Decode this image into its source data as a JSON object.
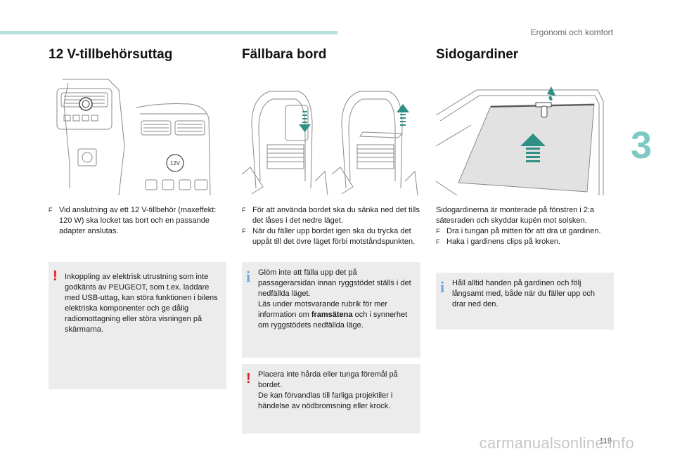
{
  "header": {
    "section_title": "Ergonomi och komfort",
    "chapter": "3"
  },
  "page_number": "119",
  "watermark": "carmanualsonline.info",
  "columns": {
    "outlet": {
      "title": "12 V-tillbehörsuttag",
      "illustration": {
        "label_12v": "12V",
        "icon": "12v-socket-illustration"
      },
      "bullets": [
        {
          "marker": "F",
          "text": "Vid anslutning av ett 12 V-tillbehör (maxeffekt: 120 W) ska locket tas bort och en passande adapter anslutas."
        }
      ],
      "warning": {
        "marker": "!",
        "text": "Inkoppling av elektrisk utrustning som inte godkänts av PEUGEOT, som t.ex. laddare med USB-uttag, kan störa funktionen i bilens elektriska komponenter och ge dålig radiomottagning eller störa visningen på skärmarna."
      }
    },
    "tables": {
      "title": "Fällbara bord",
      "illustration": {
        "icon": "folding-table-illustration"
      },
      "bullets": [
        {
          "marker": "F",
          "text": "För att använda bordet ska du sänka ned det tills det låses i det nedre läget."
        },
        {
          "marker": "F",
          "text": "När du fäller upp bordet igen ska du trycka det uppåt till det övre läget förbi motståndspunkten."
        }
      ],
      "info": {
        "marker": "i",
        "line1": "Glöm inte att fälla upp det på passagerarsidan innan ryggstödet ställs i det nedfällda läget.",
        "line2_before": "Läs under motsvarande rubrik för mer information om ",
        "line2_bold": "framsätena",
        "line2_after": " och i synnerhet om ryggstödets nedfällda läge."
      },
      "warning": {
        "marker": "!",
        "line1": "Placera inte hårda eller tunga föremål på bordet.",
        "line2": "De kan förvandlas till farliga projektiler i händelse av nödbromsning eller krock."
      }
    },
    "blinds": {
      "title": "Sidogardiner",
      "illustration": {
        "icon": "side-blind-illustration"
      },
      "intro": "Sidogardinerna är monterade på fönstren i 2:a sätesraden och skyddar kupén mot solsken.",
      "bullets": [
        {
          "marker": "F",
          "text": "Dra i tungan på mitten för att dra ut gardinen."
        },
        {
          "marker": "F",
          "text": "Haka i gardinens clips på kroken."
        }
      ],
      "info": {
        "marker": "i",
        "text": "Håll alltid handen på gardinen och följ långsamt med, både när du fäller upp och drar ned den."
      }
    }
  }
}
